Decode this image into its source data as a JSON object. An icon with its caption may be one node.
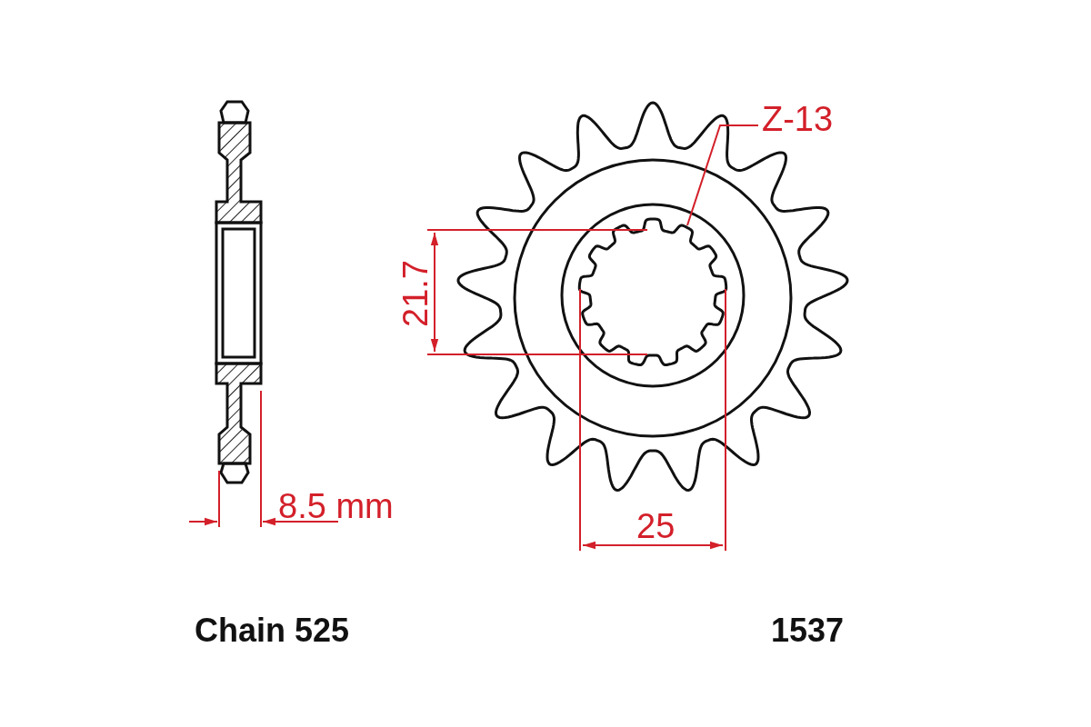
{
  "diagram": {
    "nodes": [
      {
        "text": [
          "Z-13"
        ]
      },
      {
        "text": [],
        "shape": "picture"
      }
    ],
    "edges": [
      {
        "from": 0,
        "to": 1,
        "arrow": "none"
      }
    ],
    "labels": [
      "21.7",
      "8.5 mm",
      "25",
      "Chain 525",
      "1537"
    ]
  }
}
